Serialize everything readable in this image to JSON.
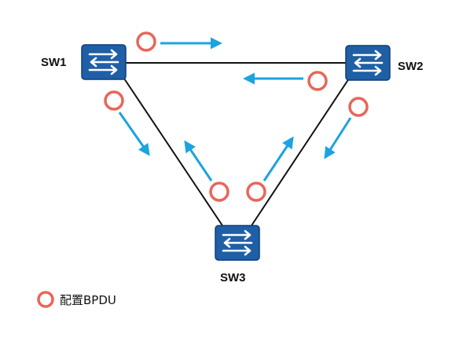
{
  "colors": {
    "switch_fill": "#1f5fa6",
    "switch_edge": "#0e3f78",
    "switch_arrows": "#ffffff",
    "link": "#111111",
    "bpdu_circle": "#e8665a",
    "direction_arrow": "#1ba4de"
  },
  "switches": [
    {
      "id": "sw1",
      "label": "SW1",
      "icon": "switch-icon"
    },
    {
      "id": "sw2",
      "label": "SW2",
      "icon": "switch-icon"
    },
    {
      "id": "sw3",
      "label": "SW3",
      "icon": "switch-icon"
    }
  ],
  "links": [
    {
      "from": "SW1",
      "to": "SW2"
    },
    {
      "from": "SW1",
      "to": "SW3"
    },
    {
      "from": "SW2",
      "to": "SW3"
    }
  ],
  "bpdus": [
    {
      "link": "SW1-SW2",
      "from": "SW1",
      "toward": "SW2"
    },
    {
      "link": "SW1-SW2",
      "from": "SW2",
      "toward": "SW1"
    },
    {
      "link": "SW1-SW3",
      "from": "SW1",
      "toward": "SW3"
    },
    {
      "link": "SW1-SW3",
      "from": "SW3",
      "toward": "SW1"
    },
    {
      "link": "SW2-SW3",
      "from": "SW2",
      "toward": "SW3"
    },
    {
      "link": "SW2-SW3",
      "from": "SW3",
      "toward": "SW2"
    }
  ],
  "legend": {
    "symbol": "circle",
    "label": "配置BPDU"
  }
}
